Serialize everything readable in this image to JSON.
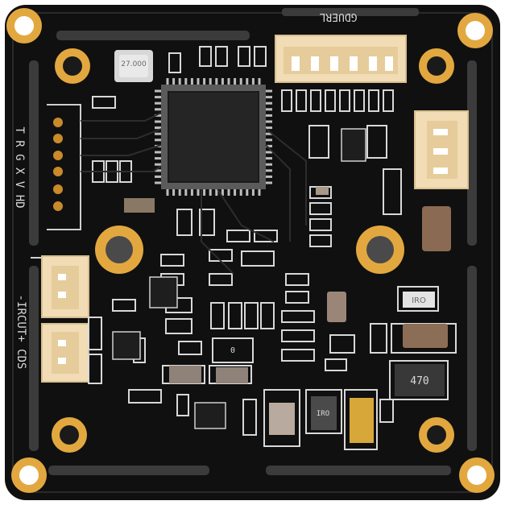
{
  "silkscreen": {
    "connector_top": "GDUERL",
    "pins_left": "T R G X V HD",
    "irc_label": "-IRCUT+ CDS"
  },
  "components": {
    "crystal": "27.000",
    "inductor": "470",
    "resistor_iro_left": "IRO",
    "resistor_iro_right": "IRO",
    "resistor_0": "0"
  },
  "colors": {
    "board": "#111111",
    "pad_gold": "#e2a83f",
    "connector": "#f1dcb5",
    "silk": "#d9d9d9"
  }
}
